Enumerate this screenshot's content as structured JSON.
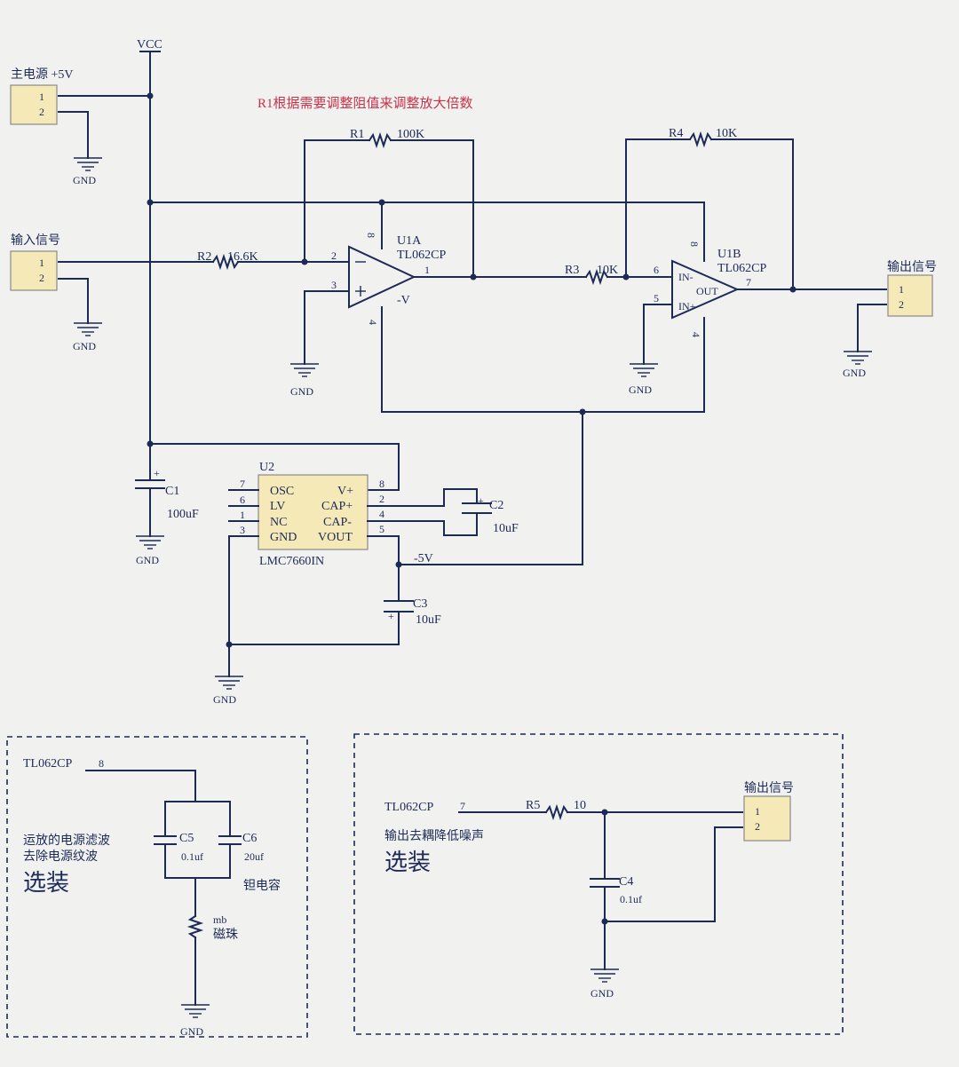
{
  "labels": {
    "vcc": "VCC",
    "main_power": "主电源 +5V",
    "input_signal": "输入信号",
    "output_signal": "输出信号",
    "gnd": "GND",
    "neg5v": "-5V",
    "neg_v": "-V",
    "note": "R1根据需要调整阻值来调整放大倍数"
  },
  "connectors": {
    "pin1": "1",
    "pin2": "2"
  },
  "components": {
    "r1": {
      "ref": "R1",
      "value": "100K"
    },
    "r2": {
      "ref": "R2",
      "value": "16.6K"
    },
    "r3": {
      "ref": "R3",
      "value": "10K"
    },
    "r4": {
      "ref": "R4",
      "value": "10K"
    },
    "r5": {
      "ref": "R5",
      "value": "10"
    },
    "c1": {
      "ref": "C1",
      "value": "100uF"
    },
    "c2": {
      "ref": "C2",
      "value": "10uF"
    },
    "c3": {
      "ref": "C3",
      "value": "10uF"
    },
    "c4": {
      "ref": "C4",
      "value": "0.1uf"
    },
    "c5": {
      "ref": "C5",
      "value": "0.1uf"
    },
    "c6": {
      "ref": "C6",
      "value": "20uf"
    },
    "c6_note": "钽电容",
    "bead": {
      "ref": "mb",
      "value": "磁珠"
    },
    "u1a": {
      "ref": "U1A",
      "part": "TL062CP"
    },
    "u1b": {
      "ref": "U1B",
      "part": "TL062CP"
    },
    "u2": {
      "ref": "U2",
      "part": "LMC7660IN"
    }
  },
  "opamp_pins": {
    "u1a_minus": "2",
    "u1a_plus": "3",
    "u1a_out": "1",
    "u1a_vpos": "8",
    "u1a_vneg": "4",
    "u1b_minus": "6",
    "u1b_plus": "5",
    "u1b_out": "7",
    "u1b_vpos": "8",
    "u1b_vneg": "4",
    "u1b_in_minus": "IN-",
    "u1b_in_plus": "IN+",
    "u1b_outlbl": "OUT"
  },
  "lmc7660": {
    "left": [
      {
        "pin": "7",
        "name": "OSC"
      },
      {
        "pin": "6",
        "name": "LV"
      },
      {
        "pin": "1",
        "name": "NC"
      },
      {
        "pin": "3",
        "name": "GND"
      }
    ],
    "right": [
      {
        "pin": "8",
        "name": "V+"
      },
      {
        "pin": "2",
        "name": "CAP+"
      },
      {
        "pin": "4",
        "name": "CAP-"
      },
      {
        "pin": "5",
        "name": "VOUT"
      }
    ]
  },
  "box_left": {
    "part": "TL062CP",
    "pin": "8",
    "desc1": "运放的电源滤波",
    "desc2": "去除电源纹波",
    "optional": "选装"
  },
  "box_right": {
    "part": "TL062CP",
    "pin": "7",
    "desc": "输出去耦降低噪声",
    "optional": "选装"
  },
  "colors": {
    "ink": "#1c2a57",
    "connector": "#f5e9b8",
    "note": "#c8324a",
    "paper": "#f1f1ef"
  }
}
